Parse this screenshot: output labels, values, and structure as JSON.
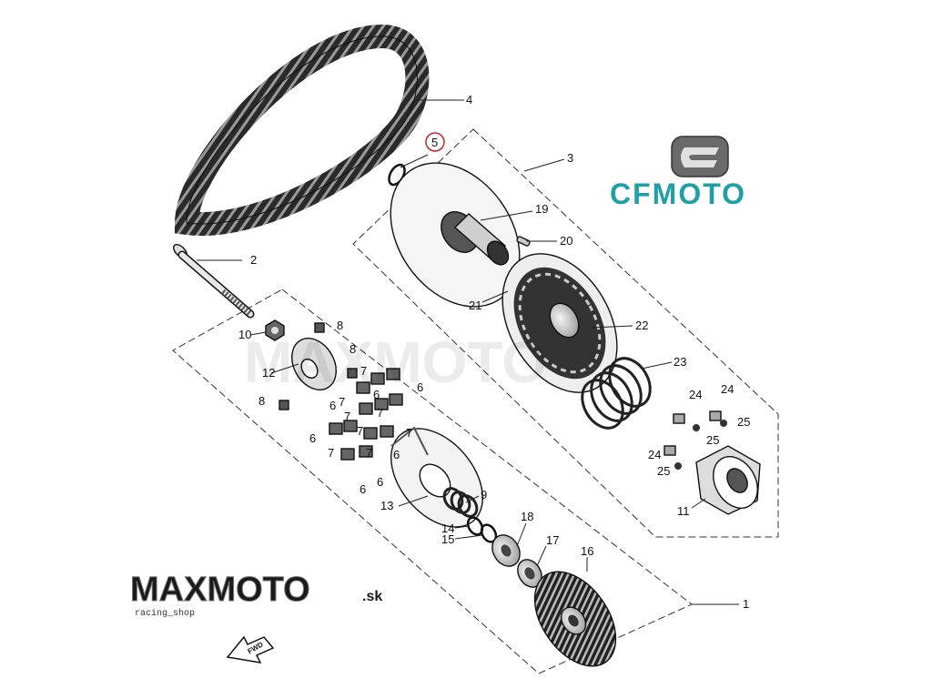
{
  "brand": {
    "name": "CFMOTO",
    "color": "#1f9fa6",
    "logo_icon": "cfmoto-emblem-icon"
  },
  "watermark": {
    "name": "MAXMOTO",
    "suffix": ".sk",
    "tagline": "racing_shop"
  },
  "direction_badge": {
    "text": "FWD",
    "icon": "direction-arrow-icon"
  },
  "highlight_color": "#cc2222",
  "callouts": {
    "c1": "1",
    "c2": "2",
    "c3": "3",
    "c4": "4",
    "c5": "5",
    "c6a": "6",
    "c6b": "6",
    "c6c": "6",
    "c6d": "6",
    "c6e": "6",
    "c6f": "6",
    "c6g": "6",
    "c7a": "7",
    "c7b": "7",
    "c7c": "7",
    "c7d": "7",
    "c7e": "7",
    "c7f": "7",
    "c7g": "7",
    "c7h": "7",
    "c8a": "8",
    "c8b": "8",
    "c8c": "8",
    "c9": "9",
    "c10": "10",
    "c11": "11",
    "c12": "12",
    "c13": "13",
    "c14": "14",
    "c15": "15",
    "c16": "16",
    "c17": "17",
    "c18": "18",
    "c19": "19",
    "c20": "20",
    "c21": "21",
    "c22": "22",
    "c23": "23",
    "c24a": "24",
    "c24b": "24",
    "c24c": "24",
    "c25a": "25",
    "c25b": "25",
    "c25c": "25"
  }
}
